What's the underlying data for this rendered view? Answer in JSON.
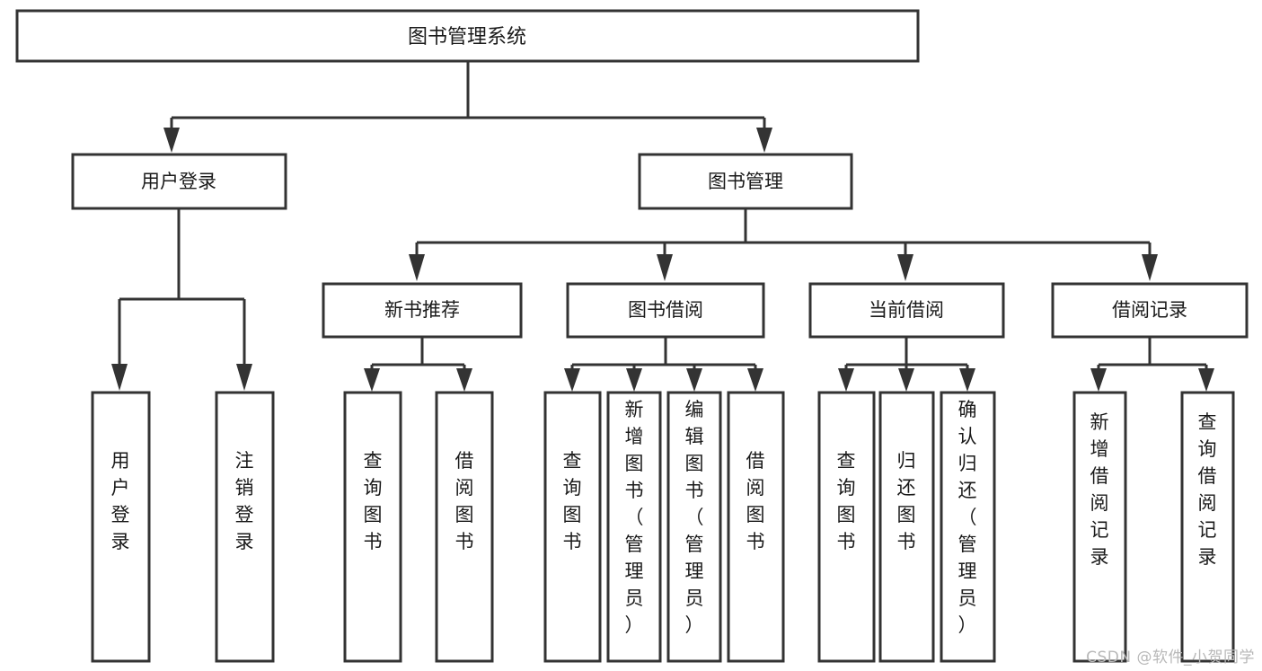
{
  "diagram": {
    "type": "tree-hierarchy-flowchart",
    "root": {
      "id": "root",
      "label": "图书管理系统"
    },
    "level2": [
      {
        "id": "user-login",
        "label": "用户登录"
      },
      {
        "id": "book-management",
        "label": "图书管理"
      }
    ],
    "level3": [
      {
        "id": "new-book-recommend",
        "label": "新书推荐",
        "parent": "book-management"
      },
      {
        "id": "book-borrow",
        "label": "图书借阅",
        "parent": "book-management"
      },
      {
        "id": "current-borrow",
        "label": "当前借阅",
        "parent": "book-management"
      },
      {
        "id": "borrow-record",
        "label": "借阅记录",
        "parent": "book-management"
      }
    ],
    "leaves": {
      "user_login": [
        {
          "id": "leaf-user-login",
          "label": "用户登录"
        },
        {
          "id": "leaf-user-logout",
          "label": "注销登录"
        }
      ],
      "new_book_recommend": [
        {
          "id": "leaf-query-book-1",
          "label": "查询图书"
        },
        {
          "id": "leaf-borrow-book-1",
          "label": "借阅图书"
        }
      ],
      "book_borrow": [
        {
          "id": "leaf-query-book-2",
          "label": "查询图书"
        },
        {
          "id": "leaf-add-book",
          "label": "新增图书（管理员）"
        },
        {
          "id": "leaf-edit-book",
          "label": "编辑图书（管理员）"
        },
        {
          "id": "leaf-borrow-book-2",
          "label": "借阅图书"
        }
      ],
      "current_borrow": [
        {
          "id": "leaf-query-book-3",
          "label": "查询图书"
        },
        {
          "id": "leaf-return-book",
          "label": "归还图书"
        },
        {
          "id": "leaf-confirm-return",
          "label": "确认归还（管理员）"
        }
      ],
      "borrow_record": [
        {
          "id": "leaf-add-record",
          "label": "新增借阅记录"
        },
        {
          "id": "leaf-query-record",
          "label": "查询借阅记录"
        }
      ]
    }
  },
  "watermark": {
    "text": "CSDN @软件_小贺同学"
  },
  "colors": {
    "box_stroke": "#333333",
    "box_fill": "#ffffff",
    "text": "#1a1a1a",
    "watermark": "#b8b8b8",
    "background": "#ffffff"
  }
}
